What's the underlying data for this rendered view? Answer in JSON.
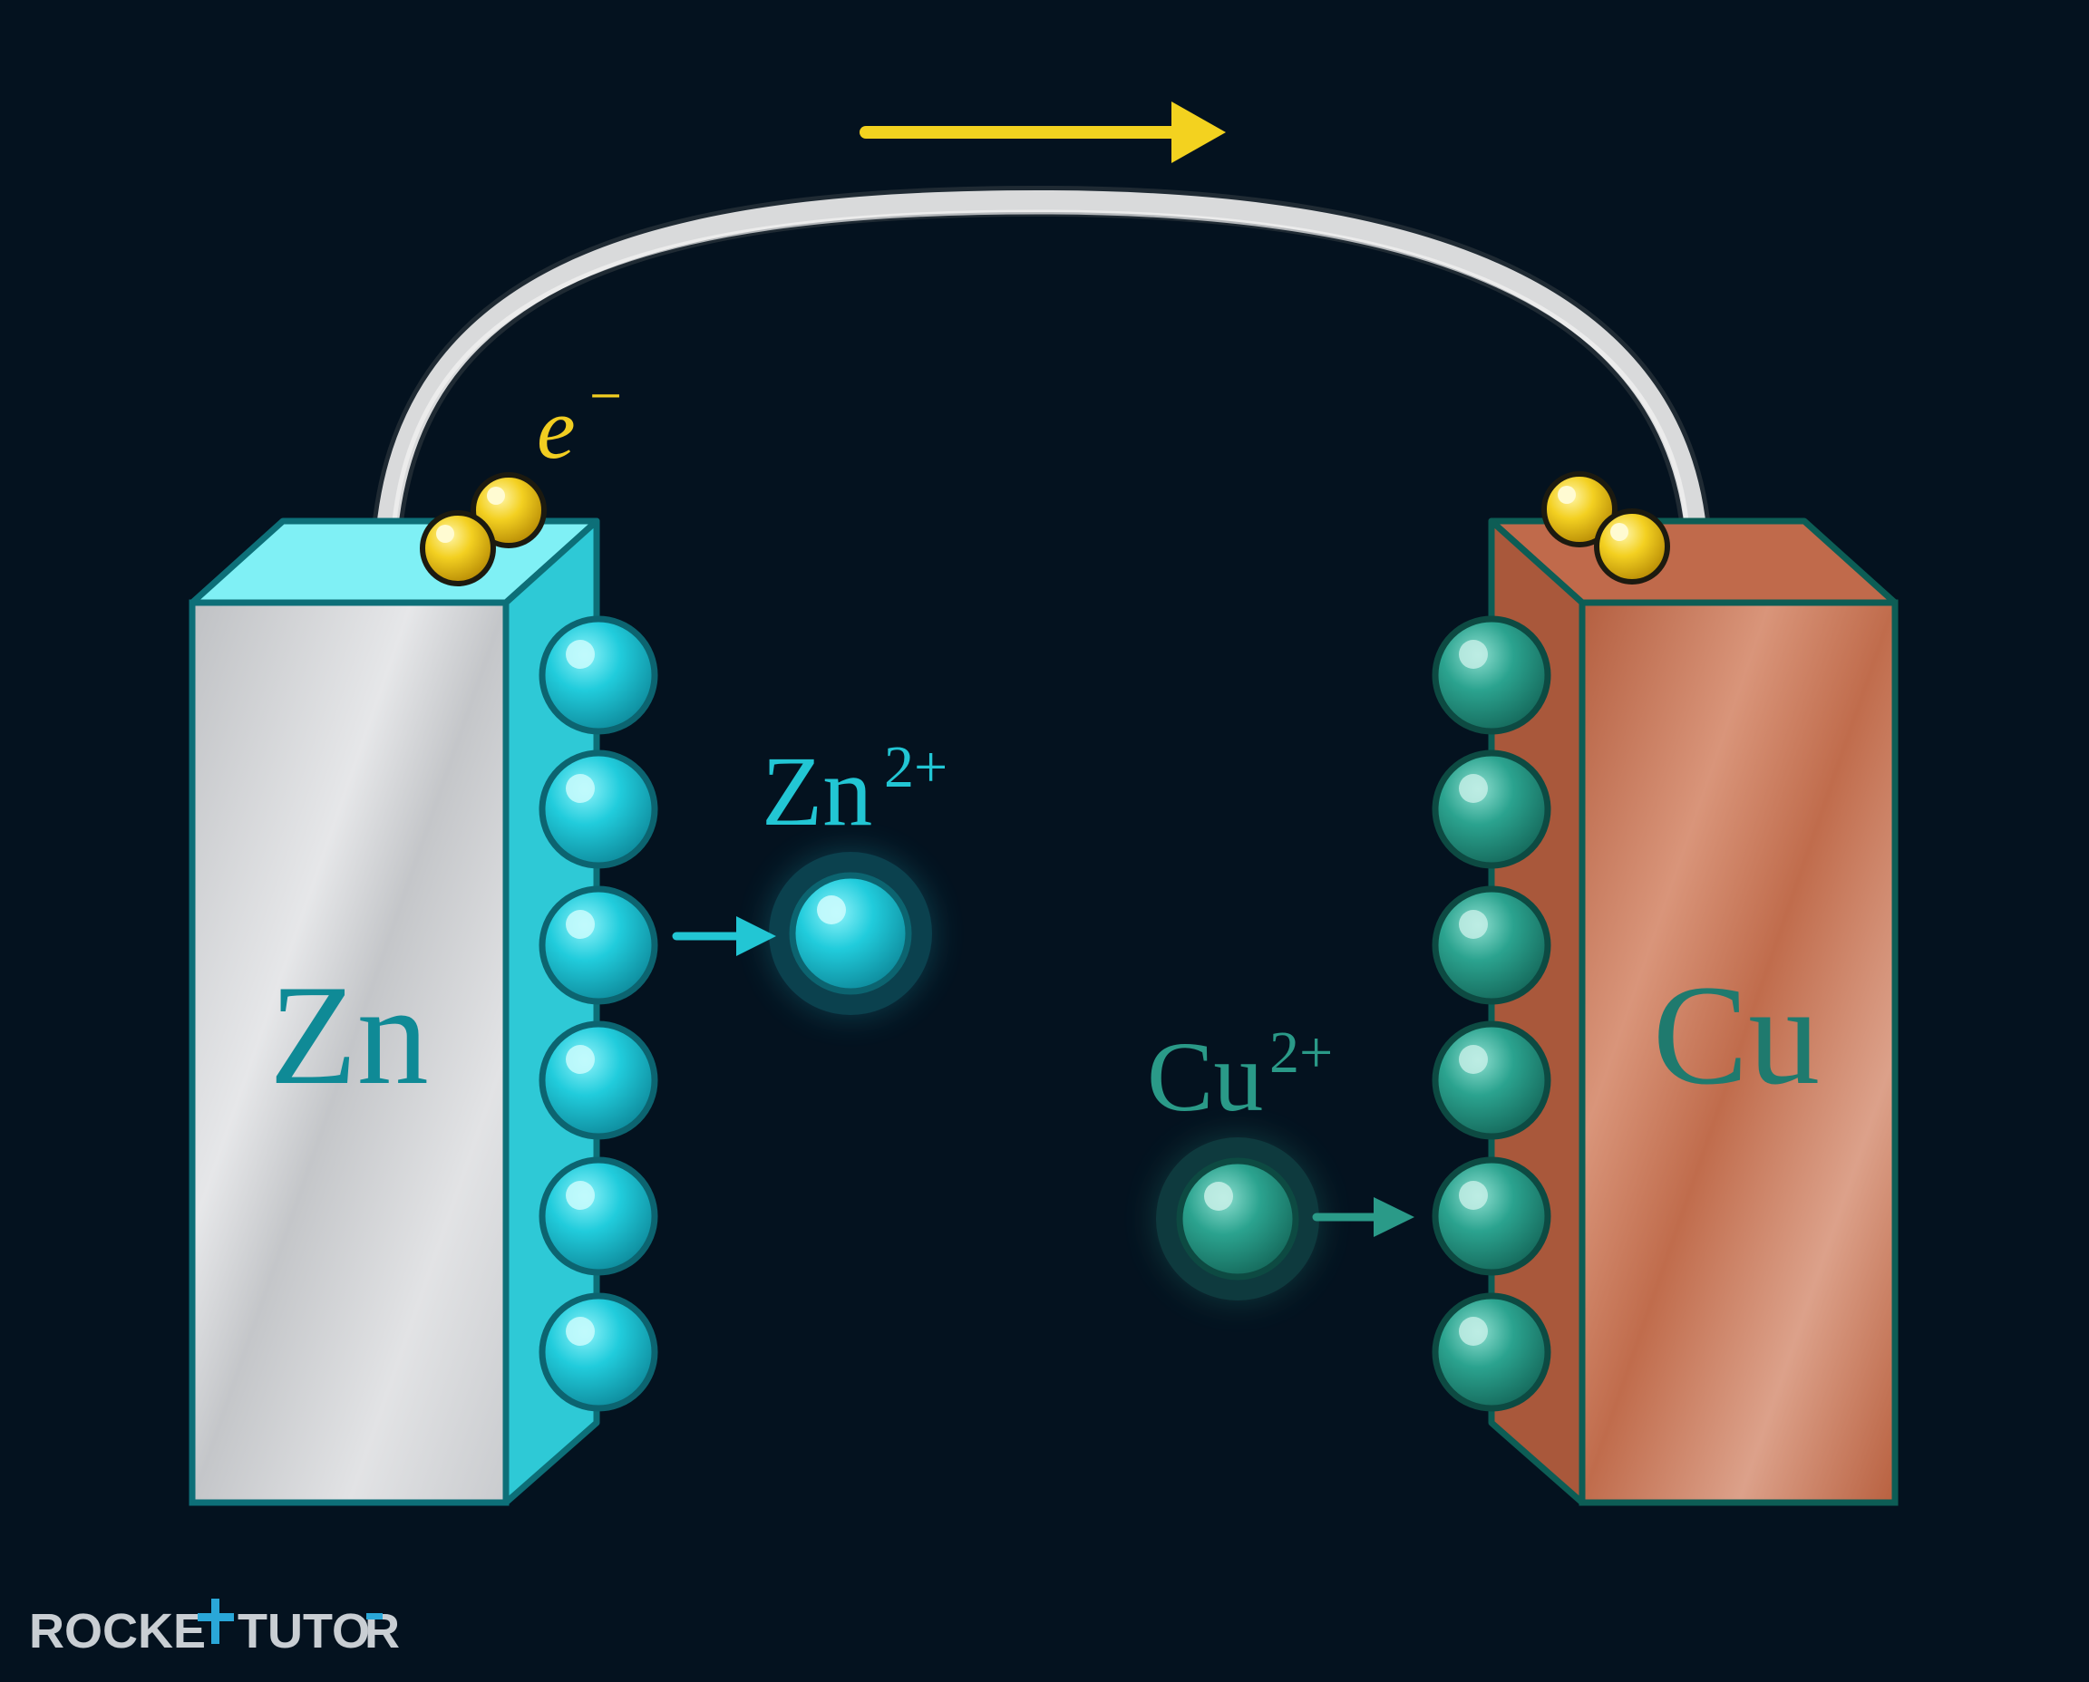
{
  "labels": {
    "zn_electrode": "Zn",
    "cu_electrode": "Cu",
    "zn_ion_base": "Zn",
    "zn_ion_charge": "2+",
    "cu_ion_base": "Cu",
    "cu_ion_charge": "2+",
    "electron_base": "e",
    "electron_charge": "−"
  },
  "brand": {
    "left": "ROCKE",
    "right": "TUTO",
    "end": "R"
  },
  "colors": {
    "background": "#04121f",
    "zinc_face": "#d4d6d8",
    "zinc_side": "#2ec9d6",
    "zinc_top": "#7ff0f5",
    "zinc_atom": "#1fc7d8",
    "copper_face": "#cf8466",
    "copper_side": "#a9583b",
    "copper_atom": "#2aa08d",
    "electron": "#f1cd21",
    "wire": "#d9dadb",
    "arrow": "#f3d21f",
    "zn_label": "#0f8a96",
    "cu_label": "#1f7a6e",
    "zn_ion_label": "#22c6d4",
    "cu_ion_label": "#2a9a88"
  },
  "icons": {
    "flow": "arrow-right-icon"
  }
}
